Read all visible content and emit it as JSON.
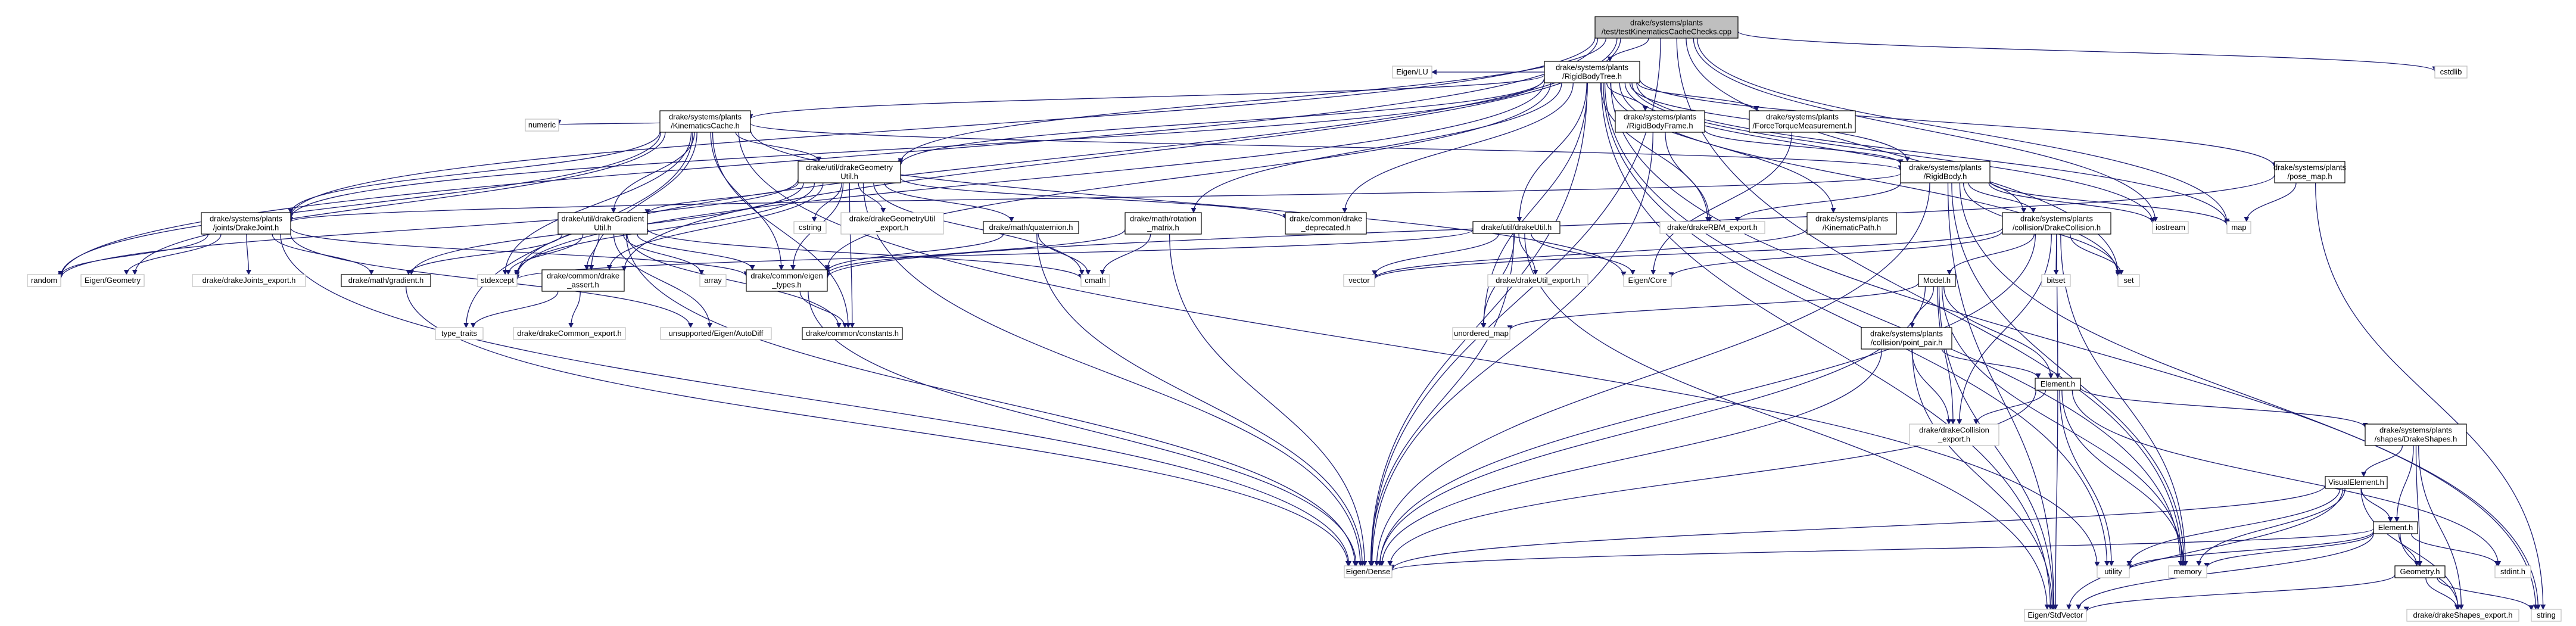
{
  "title": "drake/systems/plants/test/testKinematicsCacheChecks.cpp",
  "colors": {
    "edge": "#191970",
    "root_fill": "#bfbfbf",
    "root_border": "#000000",
    "documented_border": "#000000",
    "external_border": "#bfbfbf",
    "fill": "#ffffff"
  },
  "nodes": [
    {
      "id": "root",
      "lines": [
        "drake/systems/plants",
        "/test/testKinematicsCacheChecks.cpp"
      ],
      "kind": "root"
    },
    {
      "id": "cstdlib",
      "lines": [
        "cstdlib"
      ],
      "kind": "external"
    },
    {
      "id": "rbt",
      "lines": [
        "drake/systems/plants",
        "/RigidBodyTree.h"
      ],
      "kind": "documented"
    },
    {
      "id": "eigenlu",
      "lines": [
        "Eigen/LU"
      ],
      "kind": "external"
    },
    {
      "id": "kincache",
      "lines": [
        "drake/systems/plants",
        "/KinematicsCache.h"
      ],
      "kind": "documented"
    },
    {
      "id": "rbframe",
      "lines": [
        "drake/systems/plants",
        "/RigidBodyFrame.h"
      ],
      "kind": "documented"
    },
    {
      "id": "forcetorque",
      "lines": [
        "drake/systems/plants",
        "/ForceTorqueMeasurement.h"
      ],
      "kind": "documented"
    },
    {
      "id": "numeric",
      "lines": [
        "numeric"
      ],
      "kind": "external"
    },
    {
      "id": "geomutil",
      "lines": [
        "drake/util/drakeGeometry",
        "Util.h"
      ],
      "kind": "documented"
    },
    {
      "id": "rigidbody",
      "lines": [
        "drake/systems/plants",
        "/RigidBody.h"
      ],
      "kind": "documented"
    },
    {
      "id": "posemap",
      "lines": [
        "drake/systems/plants",
        "/pose_map.h"
      ],
      "kind": "documented"
    },
    {
      "id": "drakejoint",
      "lines": [
        "drake/systems/plants",
        "/joints/DrakeJoint.h"
      ],
      "kind": "documented"
    },
    {
      "id": "gradutil",
      "lines": [
        "drake/util/drakeGradient",
        "Util.h"
      ],
      "kind": "documented"
    },
    {
      "id": "cstring",
      "lines": [
        "cstring"
      ],
      "kind": "external"
    },
    {
      "id": "geomexport",
      "lines": [
        "drake/drakeGeometryUtil",
        "_export.h"
      ],
      "kind": "external"
    },
    {
      "id": "quaternion",
      "lines": [
        "drake/math/quaternion.h"
      ],
      "kind": "documented"
    },
    {
      "id": "rotmatrix",
      "lines": [
        "drake/math/rotation",
        "_matrix.h"
      ],
      "kind": "documented"
    },
    {
      "id": "deprecated",
      "lines": [
        "drake/common/drake",
        "_deprecated.h"
      ],
      "kind": "documented"
    },
    {
      "id": "utilh",
      "lines": [
        "drake/util/drakeUtil.h"
      ],
      "kind": "documented"
    },
    {
      "id": "rbmexport",
      "lines": [
        "drake/drakeRBM_export.h"
      ],
      "kind": "external"
    },
    {
      "id": "kinpath",
      "lines": [
        "drake/systems/plants",
        "/KinematicPath.h"
      ],
      "kind": "documented"
    },
    {
      "id": "drakecoll",
      "lines": [
        "drake/systems/plants",
        "/collision/DrakeCollision.h"
      ],
      "kind": "documented"
    },
    {
      "id": "iostream",
      "lines": [
        "iostream"
      ],
      "kind": "external"
    },
    {
      "id": "map",
      "lines": [
        "map"
      ],
      "kind": "external"
    },
    {
      "id": "random",
      "lines": [
        "random"
      ],
      "kind": "external"
    },
    {
      "id": "eigengeom",
      "lines": [
        "Eigen/Geometry"
      ],
      "kind": "external"
    },
    {
      "id": "jointsexport",
      "lines": [
        "drake/drakeJoints_export.h"
      ],
      "kind": "external"
    },
    {
      "id": "gradient",
      "lines": [
        "drake/math/gradient.h"
      ],
      "kind": "documented"
    },
    {
      "id": "stdexcept",
      "lines": [
        "stdexcept"
      ],
      "kind": "external"
    },
    {
      "id": "dassert",
      "lines": [
        "drake/common/drake",
        "_assert.h"
      ],
      "kind": "documented"
    },
    {
      "id": "array",
      "lines": [
        "array"
      ],
      "kind": "external"
    },
    {
      "id": "eigentypes",
      "lines": [
        "drake/common/eigen",
        "_types.h"
      ],
      "kind": "documented"
    },
    {
      "id": "cmath",
      "lines": [
        "cmath"
      ],
      "kind": "external"
    },
    {
      "id": "vector",
      "lines": [
        "vector"
      ],
      "kind": "external"
    },
    {
      "id": "utilexport",
      "lines": [
        "drake/drakeUtil_export.h"
      ],
      "kind": "external"
    },
    {
      "id": "eigencore",
      "lines": [
        "Eigen/Core"
      ],
      "kind": "external"
    },
    {
      "id": "bitset",
      "lines": [
        "bitset"
      ],
      "kind": "external"
    },
    {
      "id": "set",
      "lines": [
        "set"
      ],
      "kind": "external"
    },
    {
      "id": "typetraits",
      "lines": [
        "type_traits"
      ],
      "kind": "external"
    },
    {
      "id": "commonexport",
      "lines": [
        "drake/drakeCommon_export.h"
      ],
      "kind": "external"
    },
    {
      "id": "autodiff",
      "lines": [
        "unsupported/Eigen/AutoDiff"
      ],
      "kind": "external"
    },
    {
      "id": "constants",
      "lines": [
        "drake/common/constants.h"
      ],
      "kind": "documented"
    },
    {
      "id": "unorderedmap",
      "lines": [
        "unordered_map"
      ],
      "kind": "external"
    },
    {
      "id": "model",
      "lines": [
        "Model.h"
      ],
      "kind": "documented"
    },
    {
      "id": "pointpair",
      "lines": [
        "drake/systems/plants",
        "/collision/point_pair.h"
      ],
      "kind": "documented"
    },
    {
      "id": "element",
      "lines": [
        "Element.h"
      ],
      "kind": "documented"
    },
    {
      "id": "collexport",
      "lines": [
        "drake/drakeCollision",
        "_export.h"
      ],
      "kind": "external"
    },
    {
      "id": "drakeshapes",
      "lines": [
        "drake/systems/plants",
        "/shapes/DrakeShapes.h"
      ],
      "kind": "documented"
    },
    {
      "id": "visualelement",
      "lines": [
        "VisualElement.h"
      ],
      "kind": "documented"
    },
    {
      "id": "element2",
      "lines": [
        "Element.h"
      ],
      "kind": "documented"
    },
    {
      "id": "geometry",
      "lines": [
        "Geometry.h"
      ],
      "kind": "documented"
    },
    {
      "id": "stdint",
      "lines": [
        "stdint.h"
      ],
      "kind": "external"
    },
    {
      "id": "shapesexport",
      "lines": [
        "drake/drakeShapes_export.h"
      ],
      "kind": "external"
    },
    {
      "id": "string",
      "lines": [
        "string"
      ],
      "kind": "external"
    },
    {
      "id": "eigendense",
      "lines": [
        "Eigen/Dense"
      ],
      "kind": "external"
    },
    {
      "id": "utility",
      "lines": [
        "utility"
      ],
      "kind": "external"
    },
    {
      "id": "memory",
      "lines": [
        "memory"
      ],
      "kind": "external"
    },
    {
      "id": "stdvector",
      "lines": [
        "Eigen/StdVector"
      ],
      "kind": "external"
    }
  ],
  "edges": [
    [
      "root",
      "rbt"
    ],
    [
      "root",
      "cstdlib"
    ],
    [
      "root",
      "random"
    ],
    [
      "root",
      "stdexcept"
    ],
    [
      "root",
      "map"
    ],
    [
      "root",
      "memory"
    ],
    [
      "root",
      "iostream"
    ],
    [
      "root",
      "set"
    ],
    [
      "root",
      "geomutil"
    ],
    [
      "root",
      "eigendense"
    ],
    [
      "root",
      "drakejoint"
    ],
    [
      "root",
      "dassert"
    ],
    [
      "rbt",
      "eigenlu"
    ],
    [
      "rbt",
      "kincache"
    ],
    [
      "rbt",
      "rbframe"
    ],
    [
      "rbt",
      "forcetorque"
    ],
    [
      "rbt",
      "rigidbody"
    ],
    [
      "rbt",
      "posemap"
    ],
    [
      "rbt",
      "utilh"
    ],
    [
      "rbt",
      "rbmexport"
    ],
    [
      "rbt",
      "kinpath"
    ],
    [
      "rbt",
      "drakecoll"
    ],
    [
      "rbt",
      "geomutil"
    ],
    [
      "rbt",
      "deprecated"
    ],
    [
      "rbt",
      "rotmatrix"
    ],
    [
      "rbt",
      "stdexcept"
    ],
    [
      "rbt",
      "eigendense"
    ],
    [
      "rbt",
      "iostream"
    ],
    [
      "rbt",
      "map"
    ],
    [
      "rbt",
      "memory"
    ],
    [
      "rbt",
      "unorderedmap"
    ],
    [
      "rbt",
      "stdvector"
    ],
    [
      "rbt",
      "utility"
    ],
    [
      "rbt",
      "string"
    ],
    [
      "rbt",
      "set"
    ],
    [
      "rbt",
      "drakejoint"
    ],
    [
      "rbt",
      "eigentypes"
    ],
    [
      "kincache",
      "numeric"
    ],
    [
      "kincache",
      "geomutil"
    ],
    [
      "kincache",
      "drakejoint"
    ],
    [
      "kincache",
      "gradutil"
    ],
    [
      "kincache",
      "rigidbody"
    ],
    [
      "kincache",
      "dassert"
    ],
    [
      "kincache",
      "eigentypes"
    ],
    [
      "kincache",
      "eigengeom"
    ],
    [
      "kincache",
      "eigencore"
    ],
    [
      "kincache",
      "stdexcept"
    ],
    [
      "kincache",
      "utility"
    ],
    [
      "kincache",
      "typetraits"
    ],
    [
      "kincache",
      "constants"
    ],
    [
      "kincache",
      "random"
    ],
    [
      "rbframe",
      "rigidbody"
    ],
    [
      "rbframe",
      "rbmexport"
    ],
    [
      "rbframe",
      "eigendense"
    ],
    [
      "forcetorque",
      "eigencore"
    ],
    [
      "geomutil",
      "cstring"
    ],
    [
      "geomutil",
      "geomexport"
    ],
    [
      "geomutil",
      "quaternion"
    ],
    [
      "geomutil",
      "gradutil"
    ],
    [
      "geomutil",
      "gradient"
    ],
    [
      "geomutil",
      "deprecated"
    ],
    [
      "geomutil",
      "dassert"
    ],
    [
      "geomutil",
      "eigentypes"
    ],
    [
      "geomutil",
      "constants"
    ],
    [
      "geomutil",
      "cmath"
    ],
    [
      "geomutil",
      "stdexcept"
    ],
    [
      "geomutil",
      "eigendense"
    ],
    [
      "geomutil",
      "random"
    ],
    [
      "rigidbody",
      "drakecoll"
    ],
    [
      "rigidbody",
      "drakejoint"
    ],
    [
      "rigidbody",
      "eigendense"
    ],
    [
      "rigidbody",
      "rbmexport"
    ],
    [
      "rigidbody",
      "memory"
    ],
    [
      "rigidbody",
      "iostream"
    ],
    [
      "rigidbody",
      "set"
    ],
    [
      "rigidbody",
      "map"
    ],
    [
      "rigidbody",
      "stdvector"
    ],
    [
      "rigidbody",
      "string"
    ],
    [
      "posemap",
      "map"
    ],
    [
      "posemap",
      "eigentypes"
    ],
    [
      "posemap",
      "string"
    ],
    [
      "drakejoint",
      "random"
    ],
    [
      "drakejoint",
      "eigengeom"
    ],
    [
      "drakejoint",
      "jointsexport"
    ],
    [
      "drakejoint",
      "gradient"
    ],
    [
      "drakejoint",
      "eigentypes"
    ],
    [
      "drakejoint",
      "autodiff"
    ],
    [
      "drakejoint",
      "eigendense"
    ],
    [
      "gradutil",
      "stdexcept"
    ],
    [
      "gradutil",
      "array"
    ],
    [
      "gradutil",
      "dassert"
    ],
    [
      "gradutil",
      "eigendense"
    ],
    [
      "gradutil",
      "autodiff"
    ],
    [
      "gradutil",
      "cmath"
    ],
    [
      "gradutil",
      "constants"
    ],
    [
      "gradutil",
      "gradient"
    ],
    [
      "gradutil",
      "eigentypes"
    ],
    [
      "quaternion",
      "cmath"
    ],
    [
      "quaternion",
      "eigendense"
    ],
    [
      "quaternion",
      "eigentypes"
    ],
    [
      "rotmatrix",
      "cmath"
    ],
    [
      "rotmatrix",
      "eigendense"
    ],
    [
      "rotmatrix",
      "eigentypes"
    ],
    [
      "utilh",
      "vector"
    ],
    [
      "utilh",
      "utilexport"
    ],
    [
      "utilh",
      "eigencore"
    ],
    [
      "utilh",
      "unorderedmap"
    ],
    [
      "utilh",
      "eigendense"
    ],
    [
      "utilh",
      "stdexcept"
    ],
    [
      "utilh",
      "stdvector"
    ],
    [
      "kinpath",
      "vector"
    ],
    [
      "drakecoll",
      "model"
    ],
    [
      "drakecoll",
      "element"
    ],
    [
      "drakecoll",
      "collexport"
    ],
    [
      "drakecoll",
      "bitset"
    ],
    [
      "drakecoll",
      "set"
    ],
    [
      "drakecoll",
      "memory"
    ],
    [
      "drakecoll",
      "eigendense"
    ],
    [
      "drakecoll",
      "eigencore"
    ],
    [
      "drakecoll",
      "vector"
    ],
    [
      "dassert",
      "typetraits"
    ],
    [
      "dassert",
      "commonexport"
    ],
    [
      "eigentypes",
      "constants"
    ],
    [
      "eigentypes",
      "eigendense"
    ],
    [
      "gradient",
      "eigendense"
    ],
    [
      "model",
      "pointpair"
    ],
    [
      "model",
      "element"
    ],
    [
      "model",
      "collexport"
    ],
    [
      "model",
      "unorderedmap"
    ],
    [
      "model",
      "memory"
    ],
    [
      "model",
      "stdvector"
    ],
    [
      "model",
      "eigendense"
    ],
    [
      "pointpair",
      "collexport"
    ],
    [
      "pointpair",
      "eigendense"
    ],
    [
      "pointpair",
      "element"
    ],
    [
      "pointpair",
      "stdvector"
    ],
    [
      "element",
      "collexport"
    ],
    [
      "element",
      "drakeshapes"
    ],
    [
      "element",
      "memory"
    ],
    [
      "element",
      "utility"
    ],
    [
      "element",
      "stdint"
    ],
    [
      "element",
      "eigendense"
    ],
    [
      "element",
      "stdvector"
    ],
    [
      "drakeshapes",
      "visualelement"
    ],
    [
      "drakeshapes",
      "element2"
    ],
    [
      "drakeshapes",
      "geometry"
    ],
    [
      "drakeshapes",
      "shapesexport"
    ],
    [
      "visualelement",
      "element2"
    ],
    [
      "visualelement",
      "eigendense"
    ],
    [
      "visualelement",
      "memory"
    ],
    [
      "visualelement",
      "utility"
    ],
    [
      "visualelement",
      "stdvector"
    ],
    [
      "visualelement",
      "shapesexport"
    ],
    [
      "element2",
      "geometry"
    ],
    [
      "element2",
      "stdint"
    ],
    [
      "element2",
      "eigendense"
    ],
    [
      "element2",
      "memory"
    ],
    [
      "element2",
      "utility"
    ],
    [
      "element2",
      "stdvector"
    ],
    [
      "element2",
      "shapesexport"
    ],
    [
      "geometry",
      "string"
    ],
    [
      "geometry",
      "shapesexport"
    ],
    [
      "geometry",
      "stdvector"
    ]
  ]
}
